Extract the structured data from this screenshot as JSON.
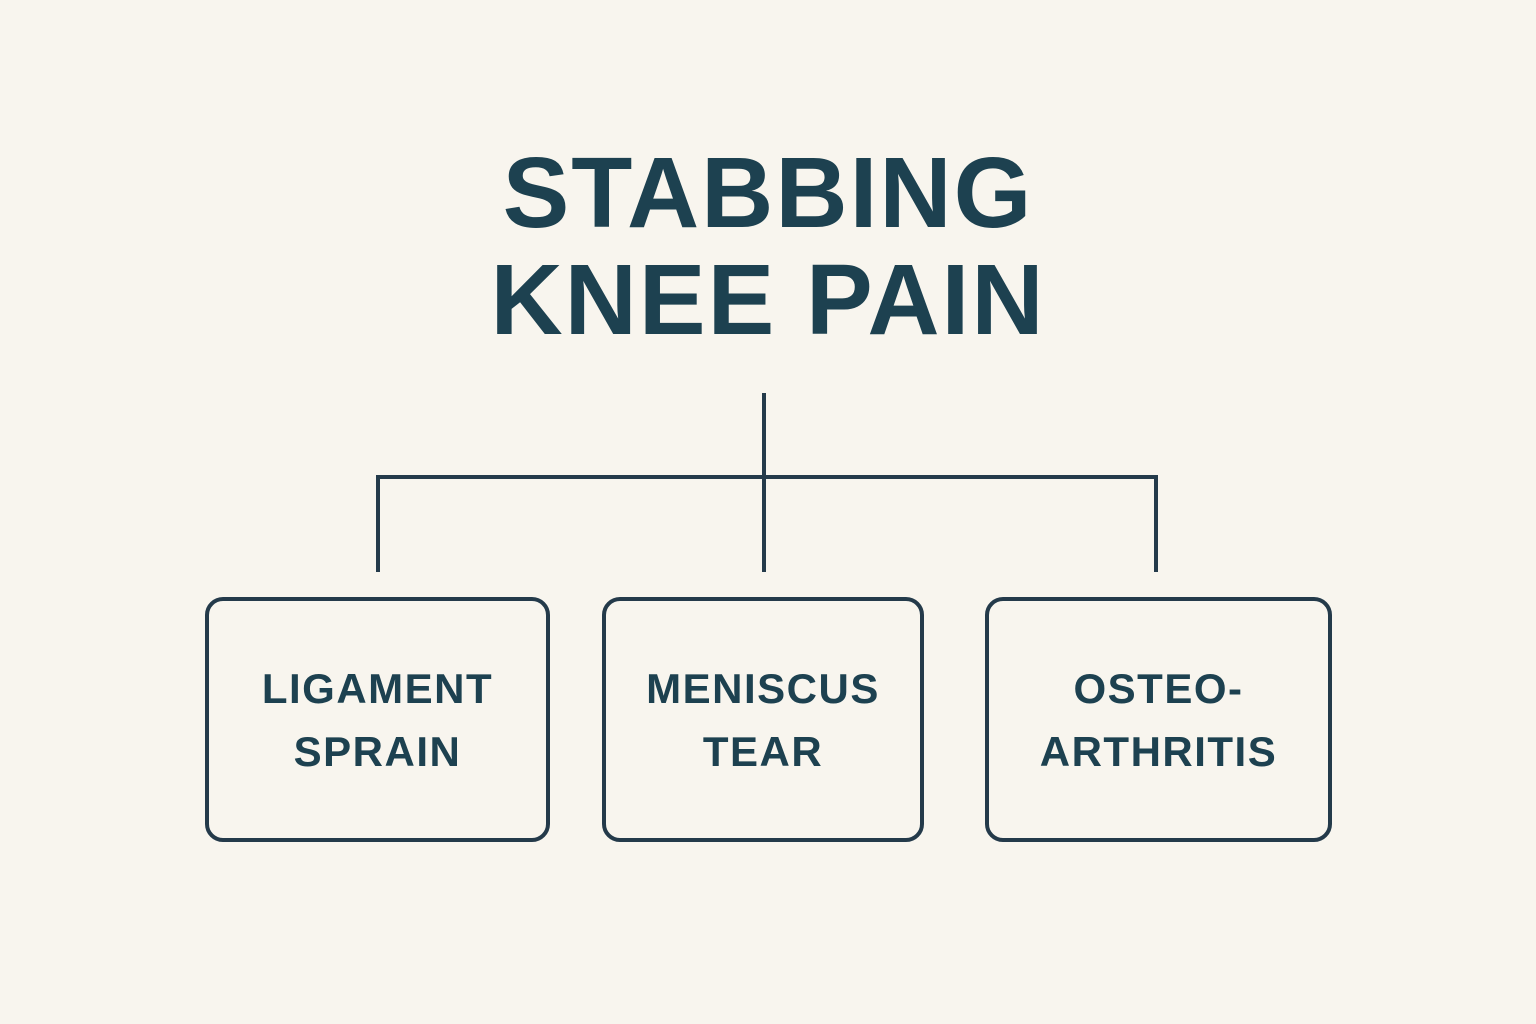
{
  "canvas": {
    "background_color": "#f8f5ee",
    "ink_color": "#1d4150",
    "line_color": "#243a4a"
  },
  "diagram": {
    "type": "flowchart",
    "title": {
      "line1": "STABBING",
      "line2": "KNEE PAIN"
    },
    "nodes": [
      {
        "id": "ligament-sprain",
        "line1": "LIGAMENT",
        "line2": "SPRAIN"
      },
      {
        "id": "meniscus-tear",
        "line1": "MENISCUS",
        "line2": "TEAR"
      },
      {
        "id": "osteoarthritis",
        "line1": "OSTEO-",
        "line2": "ARTHRITIS"
      }
    ]
  }
}
